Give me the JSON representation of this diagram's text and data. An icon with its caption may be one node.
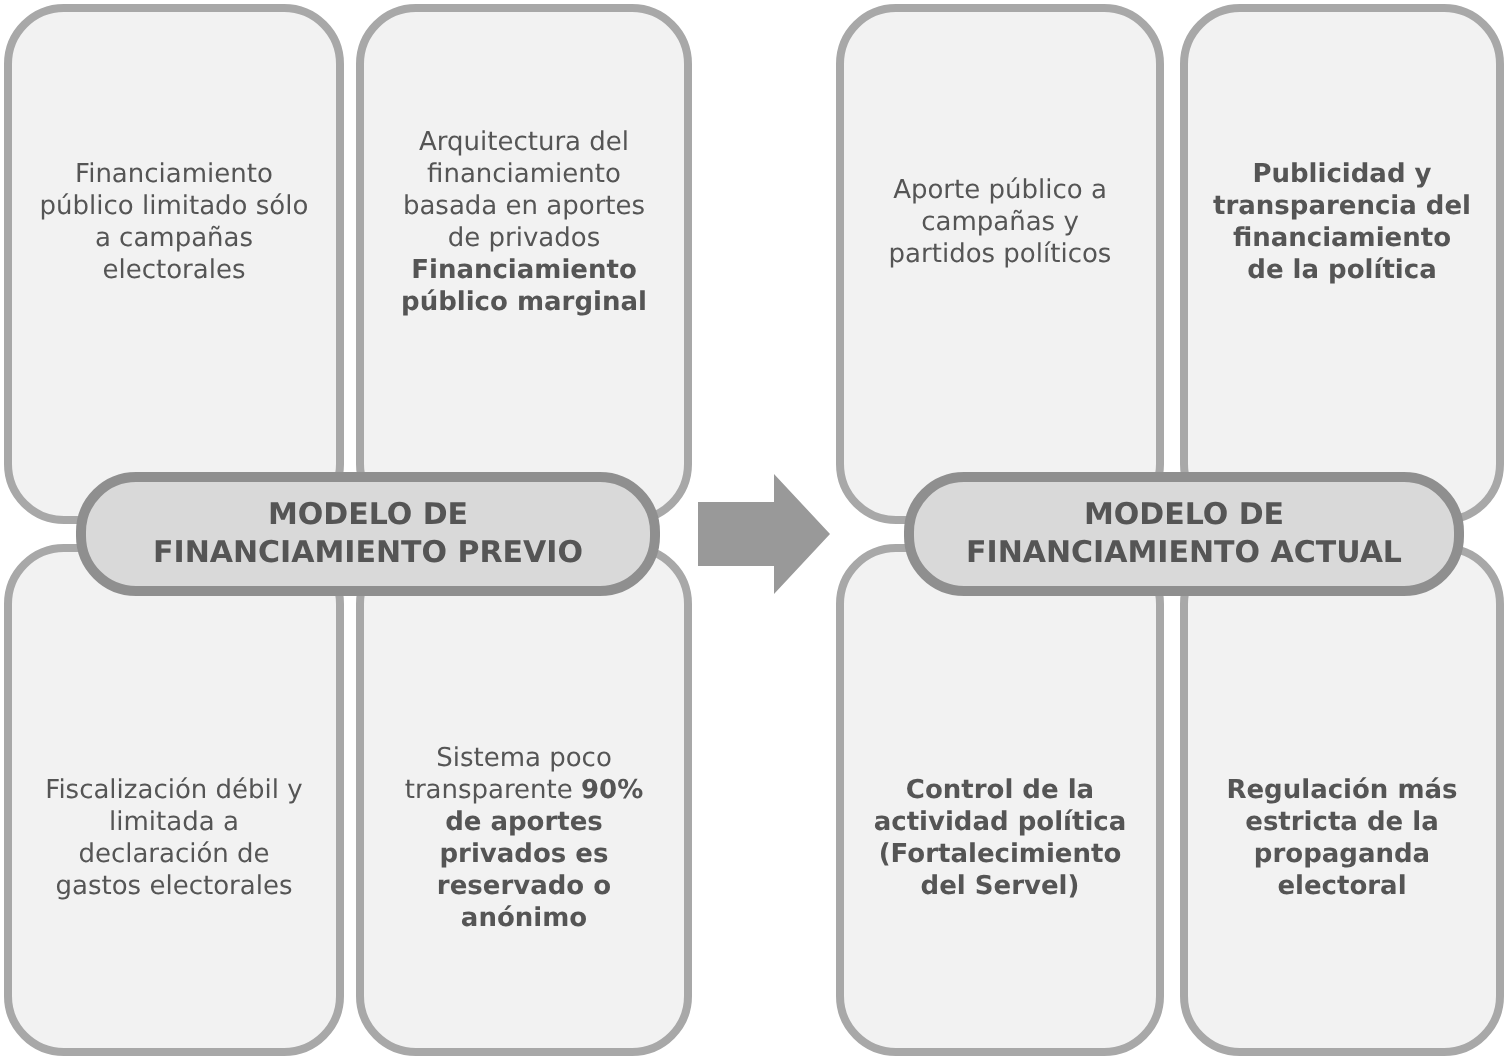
{
  "diagram": {
    "nodes": [
      {
        "text": [
          "Financiamiento público limitado sólo a campañas electorales"
        ]
      },
      {
        "text": [
          "Arquitectura del financiamiento basada en aportes de privados **Financiamiento público marginal**"
        ]
      },
      {
        "text": [
          "MODELO DE FINANCIAMIENTO PREVIO"
        ]
      },
      {
        "text": [
          "Fiscalización débil y limitada a declaración de gastos electorales"
        ]
      },
      {
        "text": [
          "Sistema poco transparente **90% de aportes privados es reservado o anónimo**"
        ]
      },
      {
        "text": [
          "Aporte público a campañas y partidos políticos"
        ]
      },
      {
        "text": [
          "Publicidad y transparencia del financiamiento de la política"
        ]
      },
      {
        "text": [
          "MODELO DE FINANCIAMIENTO ACTUAL"
        ]
      },
      {
        "text": [
          "Control de la actividad política (Fortalecimiento del Servel)"
        ]
      },
      {
        "text": [
          "Regulación más estricta de la propaganda electoral"
        ]
      }
    ],
    "edges": [
      {
        "from": 1,
        "to": 5,
        "arrow": "to",
        "style": "thick"
      }
    ]
  }
}
